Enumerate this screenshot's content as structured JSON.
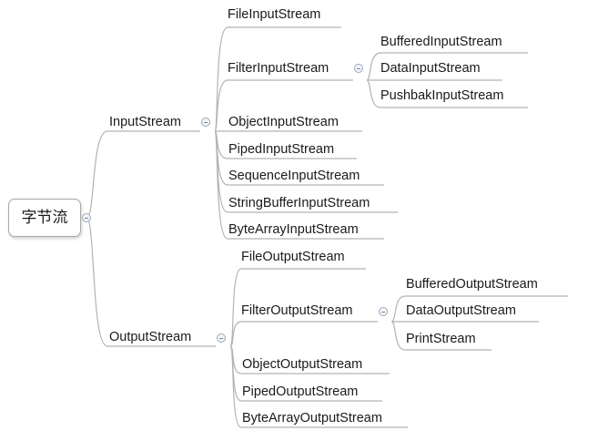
{
  "root": {
    "label": "字节流"
  },
  "input": {
    "label": "InputStream",
    "children": [
      "FileInputStream",
      "FilterInputStream",
      "ObjectInputStream",
      "PipedInputStream",
      "SequenceInputStream",
      "StringBufferInputStream",
      "ByteArrayInputStream"
    ],
    "filter_children": [
      "BufferedInputStream",
      "DataInputStream",
      "PushbakInputStream"
    ]
  },
  "output": {
    "label": "OutputStream",
    "children": [
      "FileOutputStream",
      "FilterOutputStream",
      "ObjectOutputStream",
      "PipedOutputStream",
      "ByteArrayOutputStream"
    ],
    "filter_children": [
      "BufferedOutputStream",
      "DataOutputStream",
      "PrintStream"
    ]
  }
}
